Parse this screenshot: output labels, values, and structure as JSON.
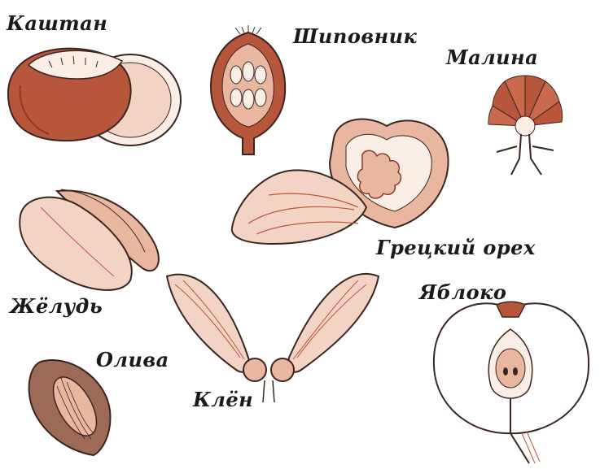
{
  "labels": {
    "chestnut": "Каштан",
    "rosehip": "Шиповник",
    "raspberry": "Малина",
    "walnut": "Грецкий орех",
    "acorn": "Жёлудь",
    "apple": "Яблоко",
    "olive": "Олива",
    "maple": "Клён"
  },
  "palette": {
    "rust": "#b8563b",
    "rust_dark": "#8c3a25",
    "peach": "#e9b7a0",
    "peach_light": "#f3d4c4",
    "pale": "#faeee6",
    "olive_brown": "#9c6a57",
    "ink": "#3a2620"
  }
}
